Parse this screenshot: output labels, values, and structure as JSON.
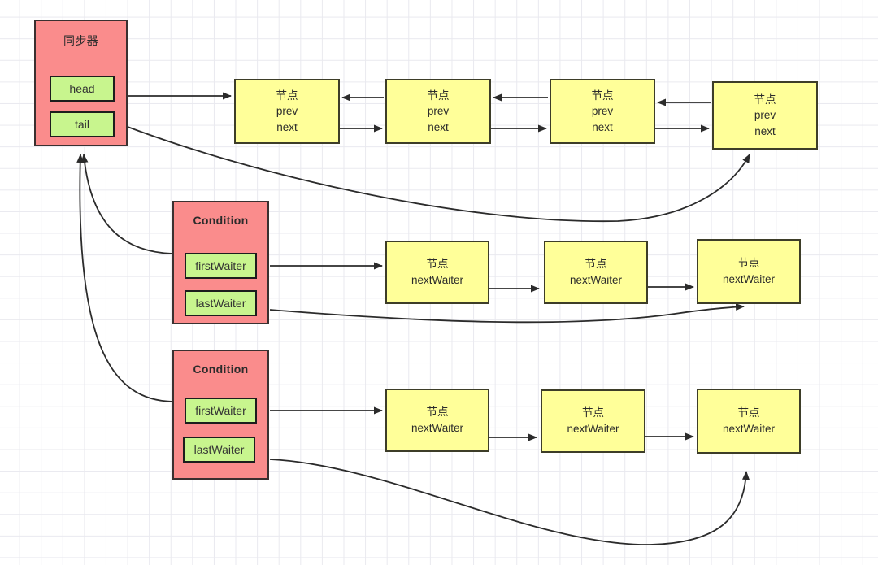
{
  "diagram": {
    "title_cn": "同步器",
    "palette": {
      "container_fill": "#fa8c8c",
      "field_fill": "#c8f58e",
      "node_fill": "#ffff99",
      "stroke": "#2b2b2b",
      "grid": "#e9e9ef",
      "background": "#ffffff"
    },
    "sync": {
      "title": "同步器",
      "fields": [
        {
          "label": "head"
        },
        {
          "label": "tail"
        }
      ]
    },
    "conditions": [
      {
        "title": "Condition",
        "fields": [
          {
            "label": "firstWaiter"
          },
          {
            "label": "lastWaiter"
          }
        ]
      },
      {
        "title": "Condition",
        "fields": [
          {
            "label": "firstWaiter"
          },
          {
            "label": "lastWaiter"
          }
        ]
      }
    ],
    "queue_nodes": [
      {
        "l1": "节点",
        "l2": "prev",
        "l3": "next"
      },
      {
        "l1": "节点",
        "l2": "prev",
        "l3": "next"
      },
      {
        "l1": "节点",
        "l2": "prev",
        "l3": "next"
      },
      {
        "l1": "节点",
        "l2": "prev",
        "l3": "next"
      }
    ],
    "waiter_rows": [
      {
        "nodes": [
          {
            "l1": "节点",
            "l2": "nextWaiter"
          },
          {
            "l1": "节点",
            "l2": "nextWaiter"
          },
          {
            "l1": "节点",
            "l2": "nextWaiter"
          }
        ]
      },
      {
        "nodes": [
          {
            "l1": "节点",
            "l2": "nextWaiter"
          },
          {
            "l1": "节点",
            "l2": "nextWaiter"
          },
          {
            "l1": "节点",
            "l2": "nextWaiter"
          }
        ]
      }
    ]
  }
}
